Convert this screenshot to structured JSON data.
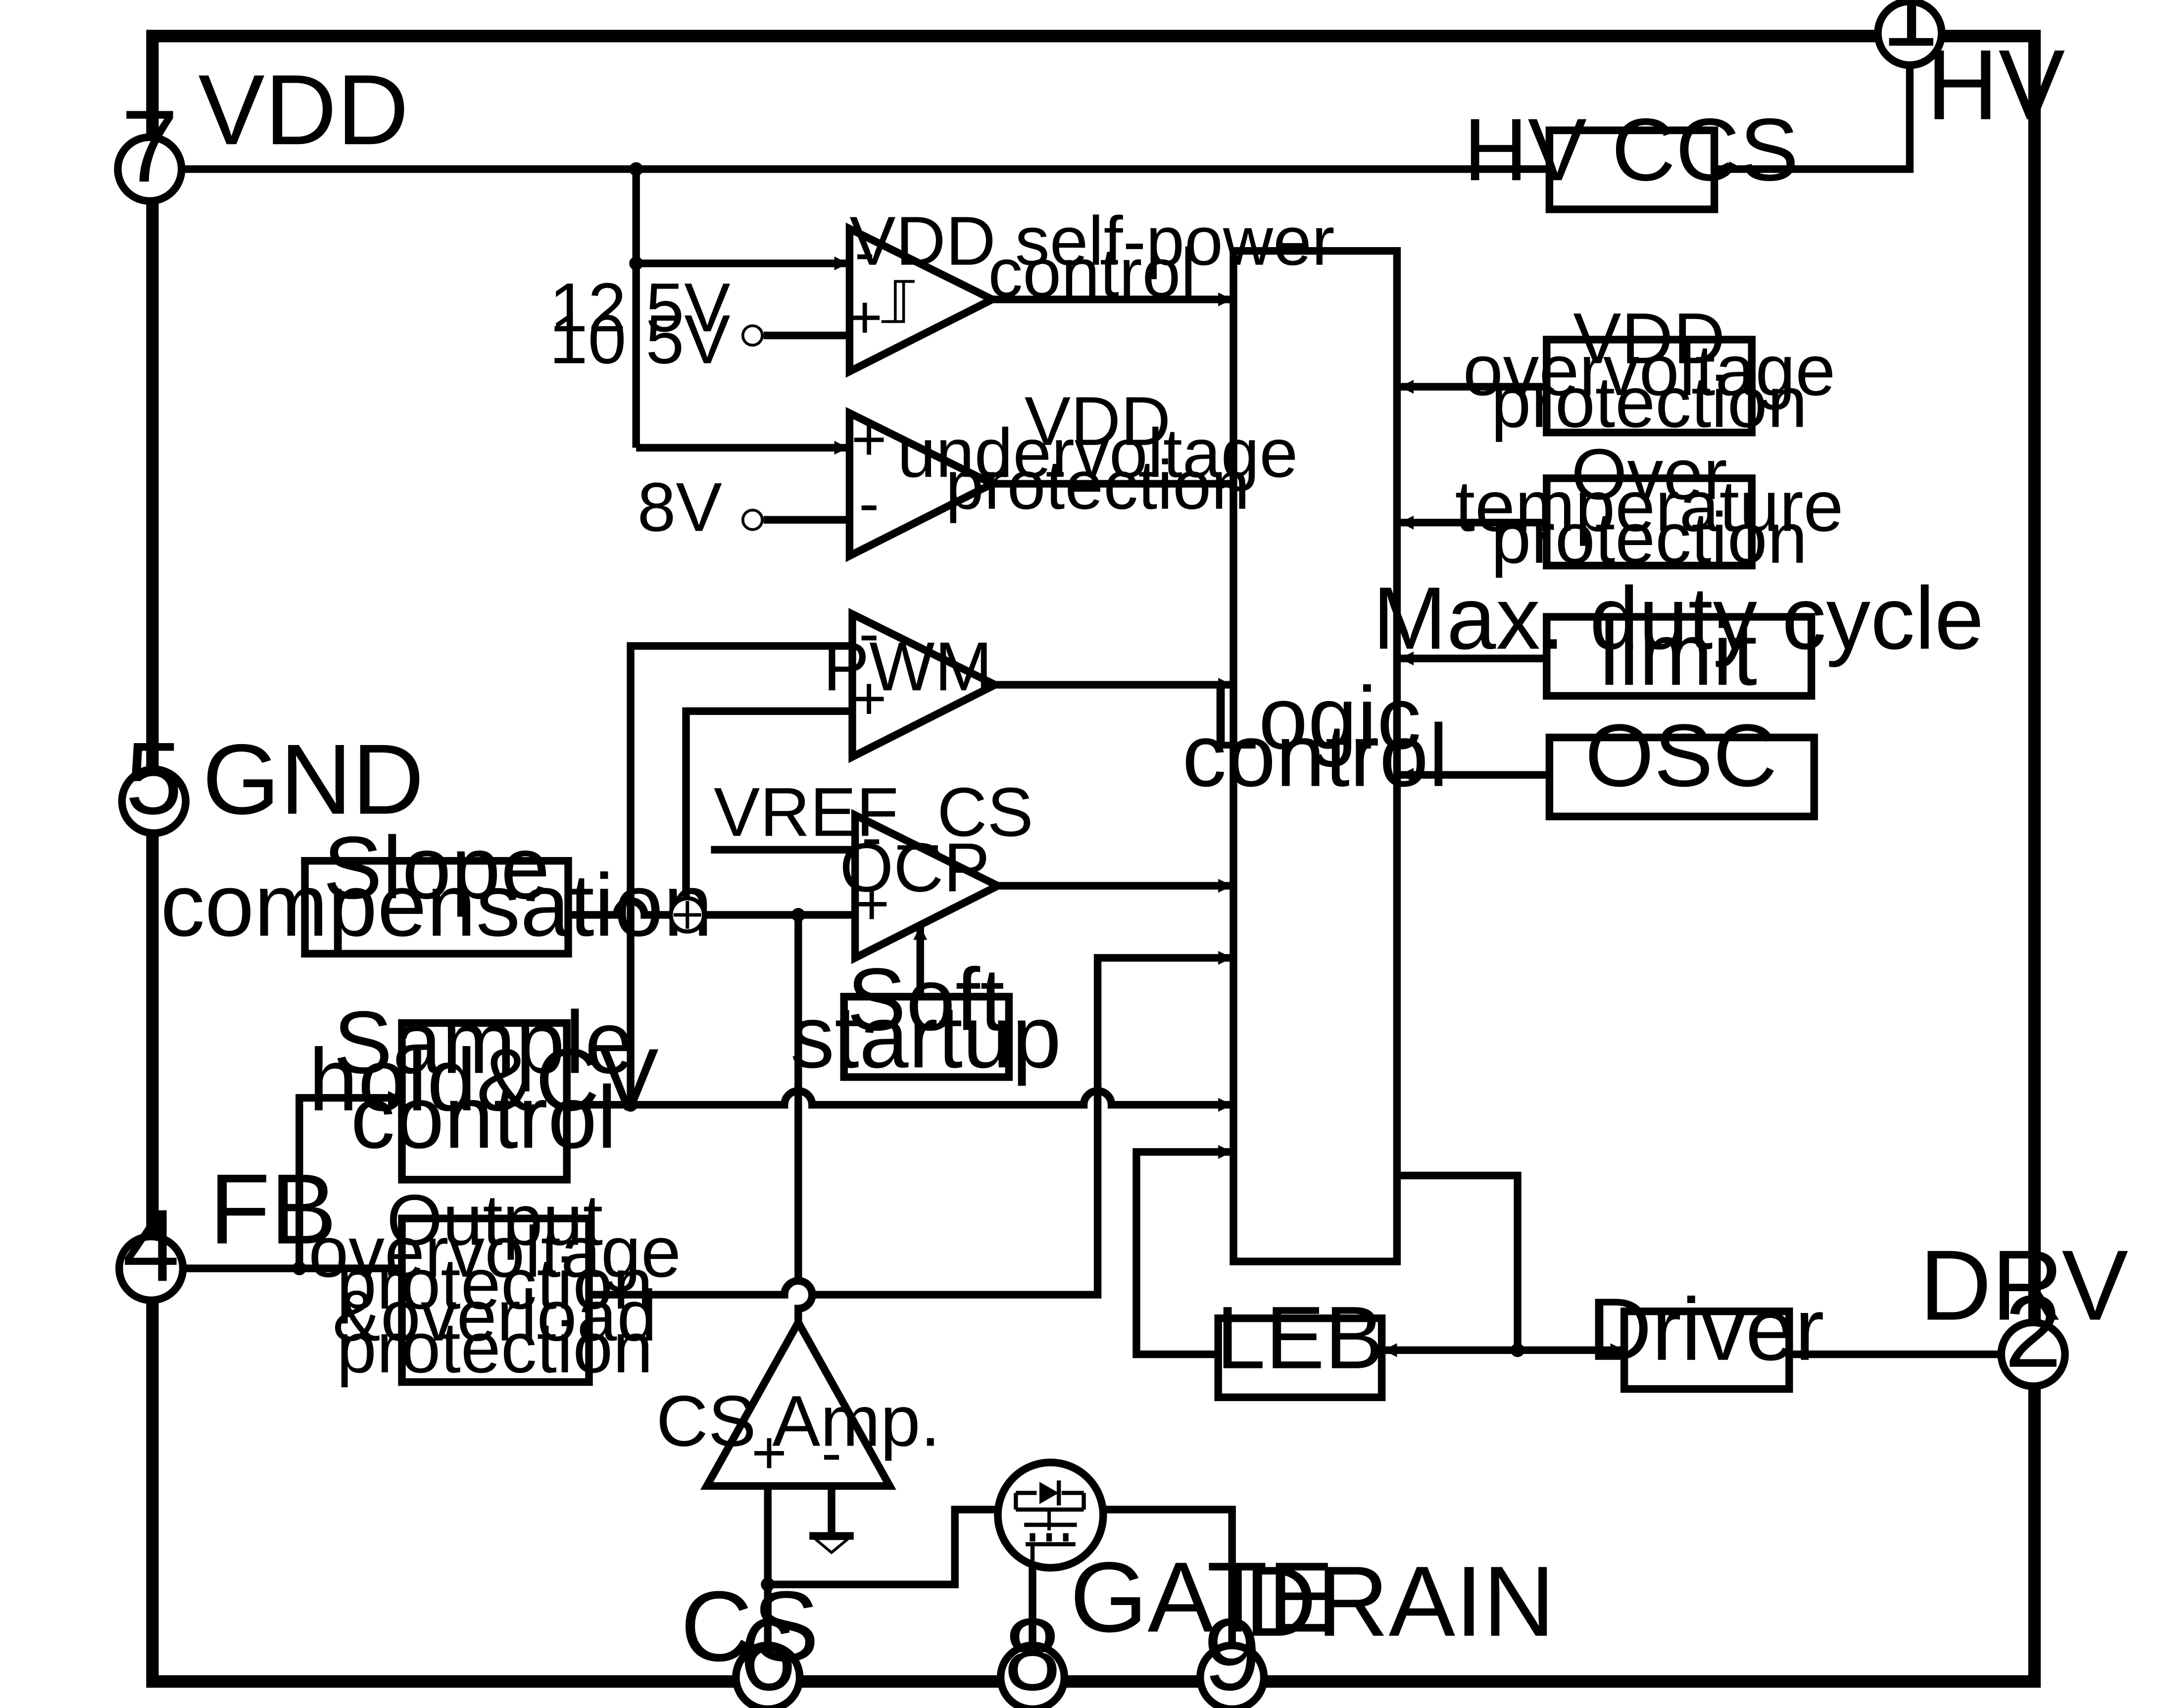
{
  "pins": [
    {
      "num": "1",
      "label": "HV"
    },
    {
      "num": "2",
      "label": "DRV"
    },
    {
      "num": "4",
      "label": "FB"
    },
    {
      "num": "5",
      "label": "GND"
    },
    {
      "num": "6",
      "label": "CS"
    },
    {
      "num": "7",
      "label": "VDD"
    },
    {
      "num": "8",
      "label": "GATE"
    },
    {
      "num": "9",
      "label": "DRAIN"
    }
  ],
  "blocks": {
    "hv_ccs": "HV CCS",
    "logic_control": [
      "Logic",
      "control"
    ],
    "vdd_ovp": [
      "VDD",
      "overvoltage",
      "protection"
    ],
    "otp": [
      "Over",
      "temperature",
      "protection"
    ],
    "max_duty": [
      "Max. duty cycle",
      "limit"
    ],
    "osc": "OSC",
    "slope_comp": [
      "Slope",
      "compensation"
    ],
    "soft_startup": [
      "Soft",
      "startup"
    ],
    "sample_hold": [
      "Sample",
      "hold&CV",
      "control"
    ],
    "output_ovp": [
      "Output",
      "overvoltage",
      "protection",
      "&overload",
      "protection"
    ],
    "leb": "LEB",
    "driver": "Driver",
    "cs_amp": "CS Amp."
  },
  "signals": {
    "vdd_self_power": [
      "VDD self-power",
      "control"
    ],
    "vdd_uvp": [
      "VDD",
      "undervoltage",
      "protection"
    ],
    "ref_12_5": "12.5V",
    "ref_10_5": "10.5V",
    "ref_8": "8V",
    "pwm": "PWM",
    "ocp": "OCP",
    "vref_cs": "VREF_CS",
    "plus": "+",
    "minus": "-"
  }
}
